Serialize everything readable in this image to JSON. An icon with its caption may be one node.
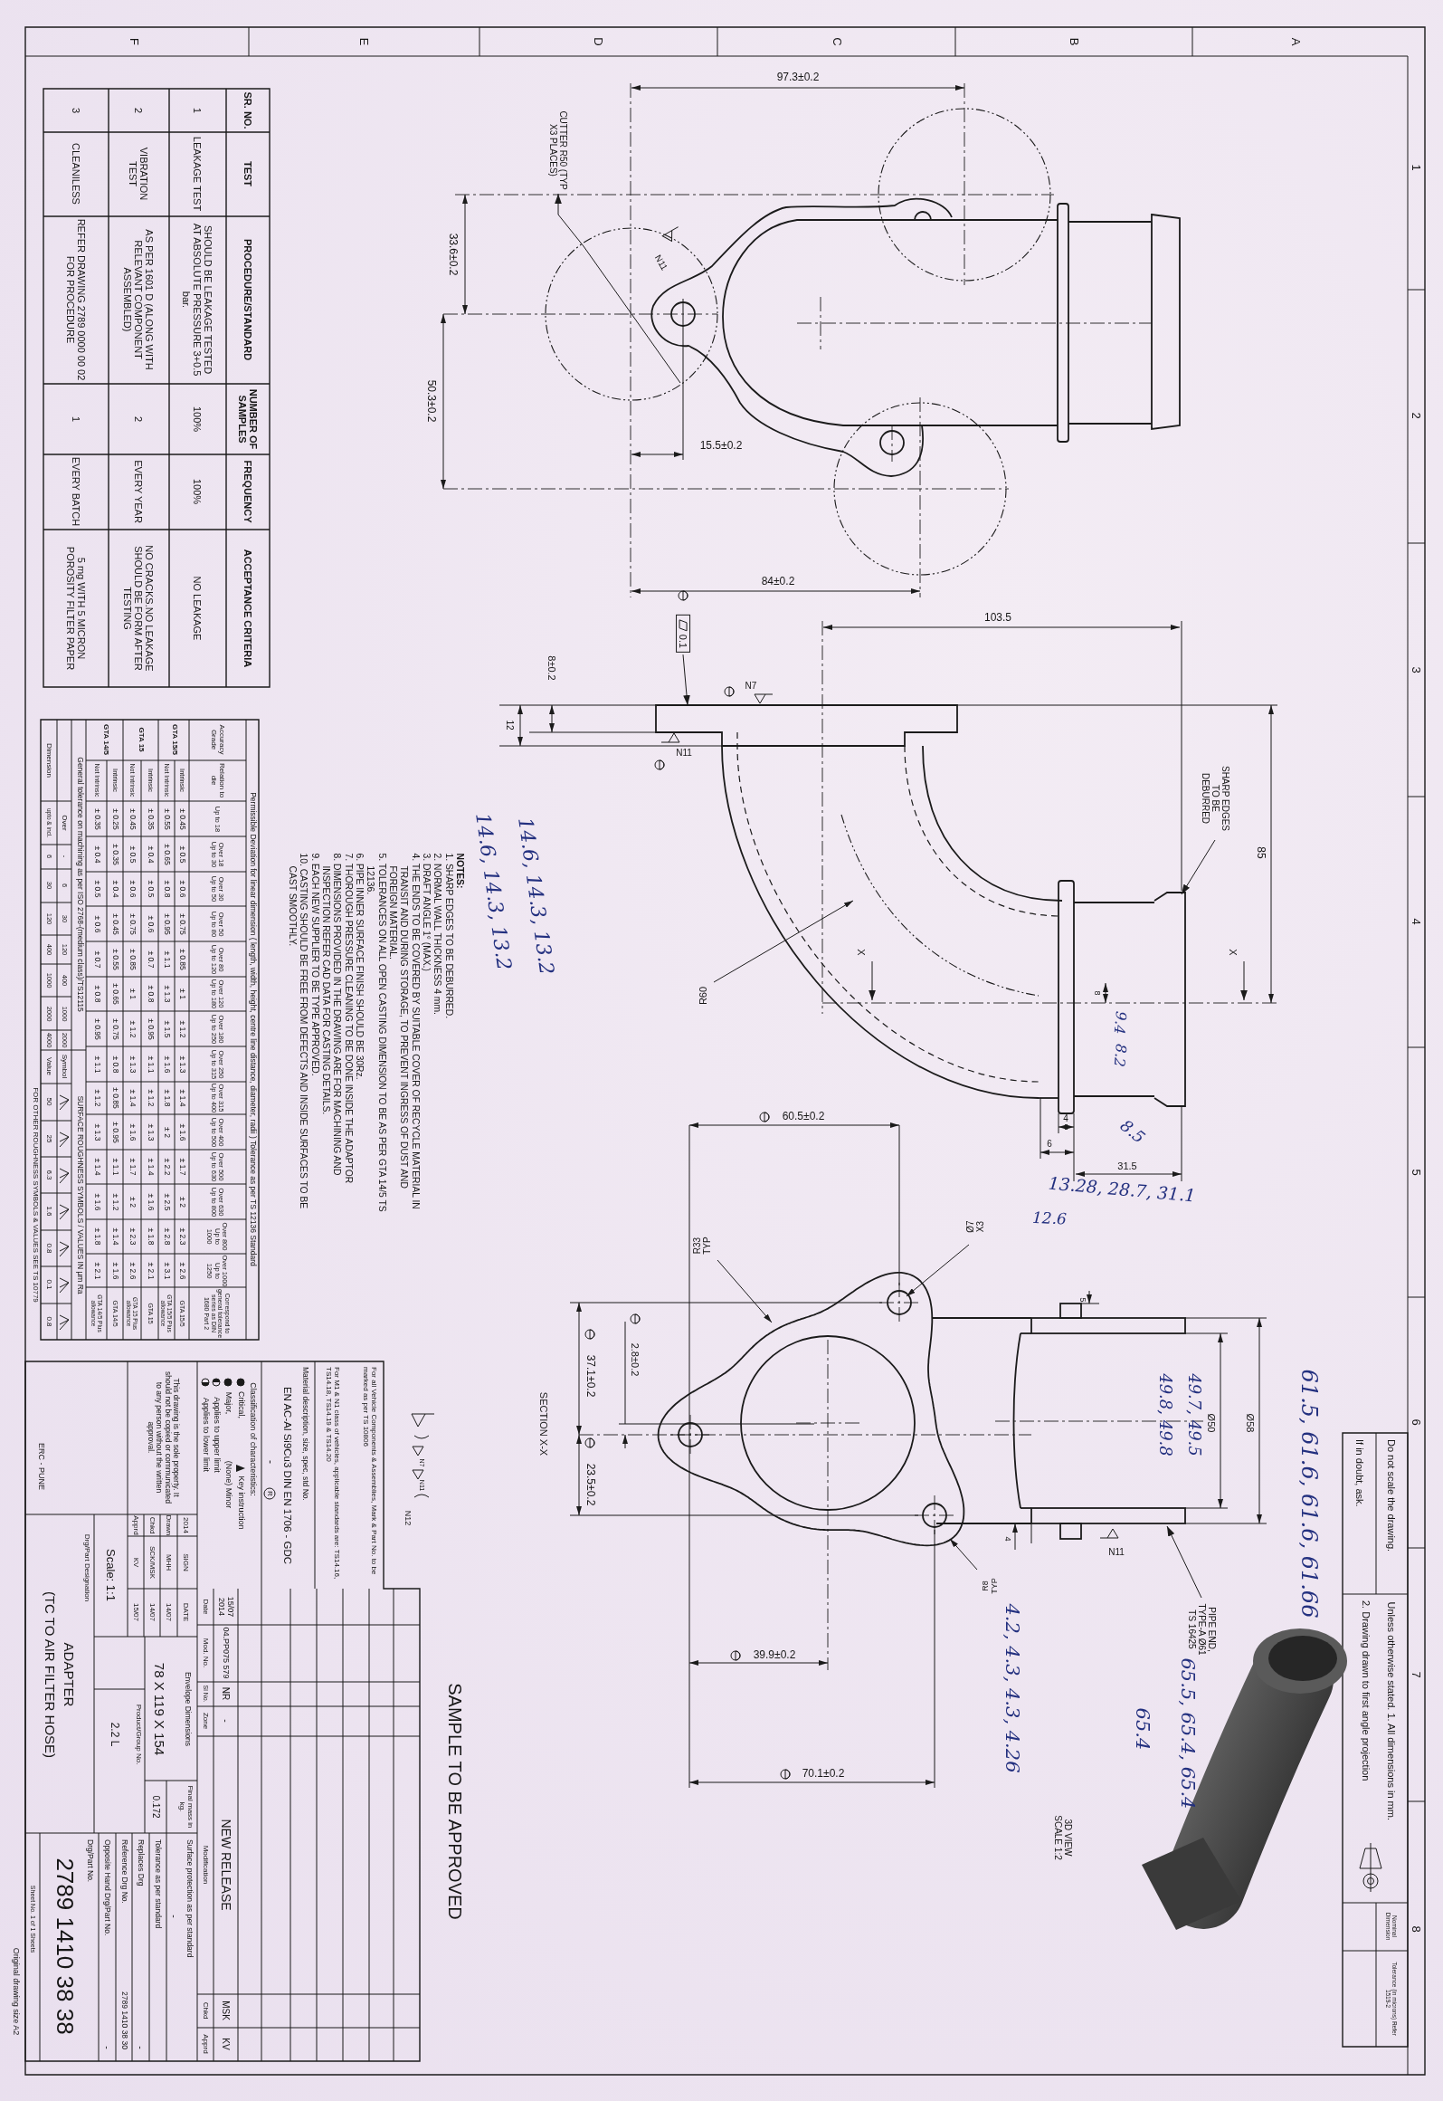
{
  "diagram": {
    "nodes": [
      {
        "text": [
          "CUTTER R50 (TYP X3 PLACES)"
        ]
      },
      {
        "text": [
          "SHARP EDGES TO BE DEBURRED"
        ]
      },
      {
        "text": [
          "PIPE END, TYPE-A Ø61 TS 16425"
        ]
      },
      {
        "text": [
          "0.1"
        ]
      }
    ],
    "edges": [
      {
        "from": null,
        "to": 0,
        "arrow": "to"
      },
      {
        "from": 1,
        "to": null,
        "arrow": "to"
      },
      {
        "from": 2,
        "to": null,
        "arrow": "to"
      },
      {
        "from": 3,
        "to": null,
        "arrow": "to"
      }
    ],
    "labels": [
      "F",
      "E",
      "D",
      "C",
      "B",
      "A",
      "1",
      "2",
      "3",
      "4",
      "5",
      "6",
      "7",
      "8",
      "SR. NO.",
      "TEST",
      "PROCEDURE/STANDARD",
      "NUMBER OF SAMPLES",
      "FREQUENCY",
      "ACCEPTANCE CRITERIA",
      "1",
      "LEAKAGE TEST",
      "SHOULD BE LEAKAGE TESTED AT ABSOLUTE PRESSURE 3+0.5 bar.",
      "100%",
      "100%",
      "NO LEAKAGE",
      "2",
      "VIBRATION TEST",
      "AS PER 1601 D (ALONG WITH RELEVANT COMPONENT ASSEMBLED)",
      "2",
      "EVERY YEAR",
      "NO CRACKS.NO LEAKAGE SHOULD BE FORM AFTER TESTING",
      "3",
      "CLEANILESS",
      "REFER DRAWING 2789 0000 00 02 FOR PROCEDURE",
      "1",
      "EVERY BATCH",
      "5 mg WITH 5 MICRON POROSITY FILTER PAPER",
      "NOTES:",
      "1. SHARP EDGES TO BE DEBURRED.",
      "2. NORMAL WALL THICKNESS 4 mm.",
      "3. DRAFT ANGLE 1° (MAX.)",
      "4. THE ENDS TO BE COVERED BY SUITABLE COVER OF RECYCLE MATERIAL IN TRANSIT AND DURING STORAGE, TO PREVENT INGRESS OF DUST AND FOREIGN MATERIAL.",
      "5. TOLERANCES ON ALL OPEN CASTING DIMENSION TO BE AS PER GTA 14/5 TS 12136.",
      "6. PIPE INNER SURFACE FINISH SHOULD BE 30Rz.",
      "7. THOROUGH PRESSURE CLEANING TO BE DONE INSIDE THE ADAPTOR",
      "8. DIMENSIONS PROVIDED IN THE DRAWING ARE FOR MACHINING AND INSPECTION REFER CAD DATA FOR CASTING DETAILS.",
      "9. EACH NEW SUPPLIER TO BE TYPE APPROVED.",
      "10. CASTING SHOULD BE FREE FROM DEFECTS AND INSIDE SURFACES TO BE CAST SMOOTHLY.",
      "14.6, 14.3, 13.2",
      "14.6, 14.3, 13.2",
      "97.3±0.2",
      "33.6±0.2",
      "50.3±0.2",
      "15.5±0.2",
      "84±0.2",
      "N11",
      "103.5",
      "8±0.2",
      "12",
      "N7",
      "N11",
      "R60",
      "X",
      "X",
      "85",
      "8",
      "6",
      "4",
      "31.5",
      "9.4",
      "8.2",
      "8.5",
      "13.28, 28.7, 31.1",
      "12.6",
      "60.5±0.2",
      "Ø7 X3",
      "R33 TYP",
      "SECTION X-X",
      "37.1±0.2",
      "2.8±0.2",
      "23.5±0.2",
      "5",
      "Ø58",
      "Ø50",
      "4",
      "N11",
      "R8 TYP",
      "39.9±0.2",
      "70.1±0.2",
      "61.5, 61.6, 61.6, 61.66",
      "49.7, 49.5",
      "49.8, 49.8",
      "65.5, 65.4, 65.4",
      "65.4",
      "4.2, 4.3, 4.3, 4.26",
      "3D VIEW SCALE 1:2",
      "SAMPLE TO BE APPROVED",
      "N12",
      "N7",
      "N11",
      "For all Vehicle Components & Assemblies, Mark & Part No. to be marked as per TS 10806",
      "For M1 & N1 class of vehicles, applicable standards are: TS14.16, TS14.18, TS14.19 & TS14.20",
      "Material description, size, spec, std No.",
      "EN AC-Al Si9Cu3 DIN EN 1706 - GDC",
      "-",
      "R",
      "Classification of characteristics:",
      "Critical,",
      "Key instruction",
      "Major,",
      "(None) Minor",
      "Applies to upper limit",
      "Applies to lower limit",
      "This drawing is the sole property. It should not be copied or communicated to any person without the written approval.",
      "ERC - PUNE",
      "2014",
      "SIGN",
      "DATE",
      "Drawn",
      "MHH",
      "14/07",
      "Chkd",
      "SCK/MSK",
      "14/07",
      "Apprd",
      "KV",
      "15/07",
      "Scale: 1:1",
      "Drg/Part Designation",
      "ADAPTER",
      "(TC TO AIR FILTER HOSE)",
      "Envelope Dimensions",
      "78 X 119 X 154",
      "Product/Group No.",
      "2.2 L",
      "Final mass in kg.",
      "0.172",
      "Surface protection as per standard",
      "-",
      "Tolerance as per standard",
      "Replaces Drg",
      "-",
      "Reference Drg No.",
      "2789 1410 38 30",
      "Opposite Hand Drg/Part No.",
      "-",
      "Drg/Part No.",
      "2789 1410 38 38",
      "Sheet No. 1 of 1 Sheets",
      "Date",
      "Mod. No.",
      "Sl No.",
      "Zone",
      "Modification",
      "Chkd",
      "Apprd",
      "15/07 2014",
      "04.PP075 579",
      "NR",
      "-",
      "NEW RELEASE",
      "MSK",
      "KV",
      "Do not scale the drawing.",
      "If in doubt, ask.",
      "Unless otherwise stated. 1. All dimensions in mm.",
      "2. Drawing drawn to first angle projection",
      "Nominal Dimension",
      "Tolerance (in microns) Refer 1519-2",
      "Original drawing size A2",
      "Permissible Deviation for linear dimension ( length, width, height, centre line distance, diameter, radii ) Tolerance as per TS 12136 Standard",
      "Accuracy Grade",
      "Relation to die",
      "Up to 18",
      "Over 18 Up to 30",
      "Over 30 Up to 50",
      "Over 50 Up to 80",
      "Over 80 Up to 120",
      "Over 120 Up to 180",
      "Over 180 Up to 250",
      "Over 250 Up to 315",
      "Over 315 Up to 400",
      "Over 400 Up to 500",
      "Over 500 Up to 630",
      "Over 630 Up to 800",
      "Over 800 Up to 1000",
      "Over 1000 Up to 1250",
      "Correspond to general tolerance series as DIN 1680 Part 2",
      "GTA 15/5",
      "Intrinsic",
      "± 0.45",
      "± 0.5",
      "± 0.6",
      "± 0.75",
      "± 0.85",
      "± 1",
      "± 1.2",
      "± 1.3",
      "± 1.4",
      "± 1.6",
      "± 1.7",
      "± 2",
      "± 2.3",
      "± 2.6",
      "GTA 15/5",
      "Not Intrinsic",
      "± 0.55",
      "± 0.65",
      "± 0.8",
      "± 0.95",
      "± 1.1",
      "± 1.3",
      "± 1.5",
      "± 1.6",
      "± 1.8",
      "± 2",
      "± 2.2",
      "± 2.5",
      "± 2.8",
      "± 3.1",
      "GTA 15/5 Plus allowance",
      "GTA 15",
      "Intrinsic",
      "± 0.35",
      "± 0.4",
      "± 0.5",
      "± 0.6",
      "± 0.7",
      "± 0.8",
      "± 0.95",
      "± 1.1",
      "± 1.2",
      "± 1.3",
      "± 1.4",
      "± 1.6",
      "± 1.8",
      "± 2.1",
      "GTA 15",
      "Not Intrinsic",
      "± 0.45",
      "± 0.5",
      "± 0.6",
      "± 0.75",
      "± 0.85",
      "± 1",
      "± 1.2",
      "± 1.3",
      "± 1.4",
      "± 1.6",
      "± 1.7",
      "± 2",
      "± 2.3",
      "± 2.6",
      "GTA 15 Plus allowance",
      "GTA 14/5",
      "Intrinsic",
      "± 0.25",
      "± 0.35",
      "± 0.4",
      "± 0.45",
      "± 0.55",
      "± 0.65",
      "± 0.75",
      "± 0.8",
      "± 0.85",
      "± 0.95",
      "± 1.1",
      "± 1.2",
      "± 1.4",
      "± 1.6",
      "GTA 14/5",
      "Not Intrinsic",
      "± 0.35",
      "± 0.4",
      "± 0.5",
      "± 0.6",
      "± 0.7",
      "± 0.8",
      "± 0.95",
      "± 1.1",
      "± 1.2",
      "± 1.3",
      "± 1.4",
      "± 1.6",
      "± 1.8",
      "± 2.1",
      "GTA 14/5 Plus allowance",
      "General tolerance on machining as per ISO 2768-(medium class)/TS12115",
      "SURFACE ROUGHNESS SYMBOLS / VALUES IN µm Ra",
      "Over",
      "-",
      "6",
      "30",
      "120",
      "400",
      "1000",
      "2000",
      "Symbol",
      "Dimension",
      "upto & incl.",
      "6",
      "30",
      "120",
      "400",
      "1000",
      "2000",
      "4000",
      "Value",
      "50",
      "25",
      "6.3",
      "1.6",
      "0.8",
      "0.1",
      "0.8",
      "FOR OTHER ROUGHNESS SYMBOLS & VALUES SEE TS 10779"
    ]
  }
}
